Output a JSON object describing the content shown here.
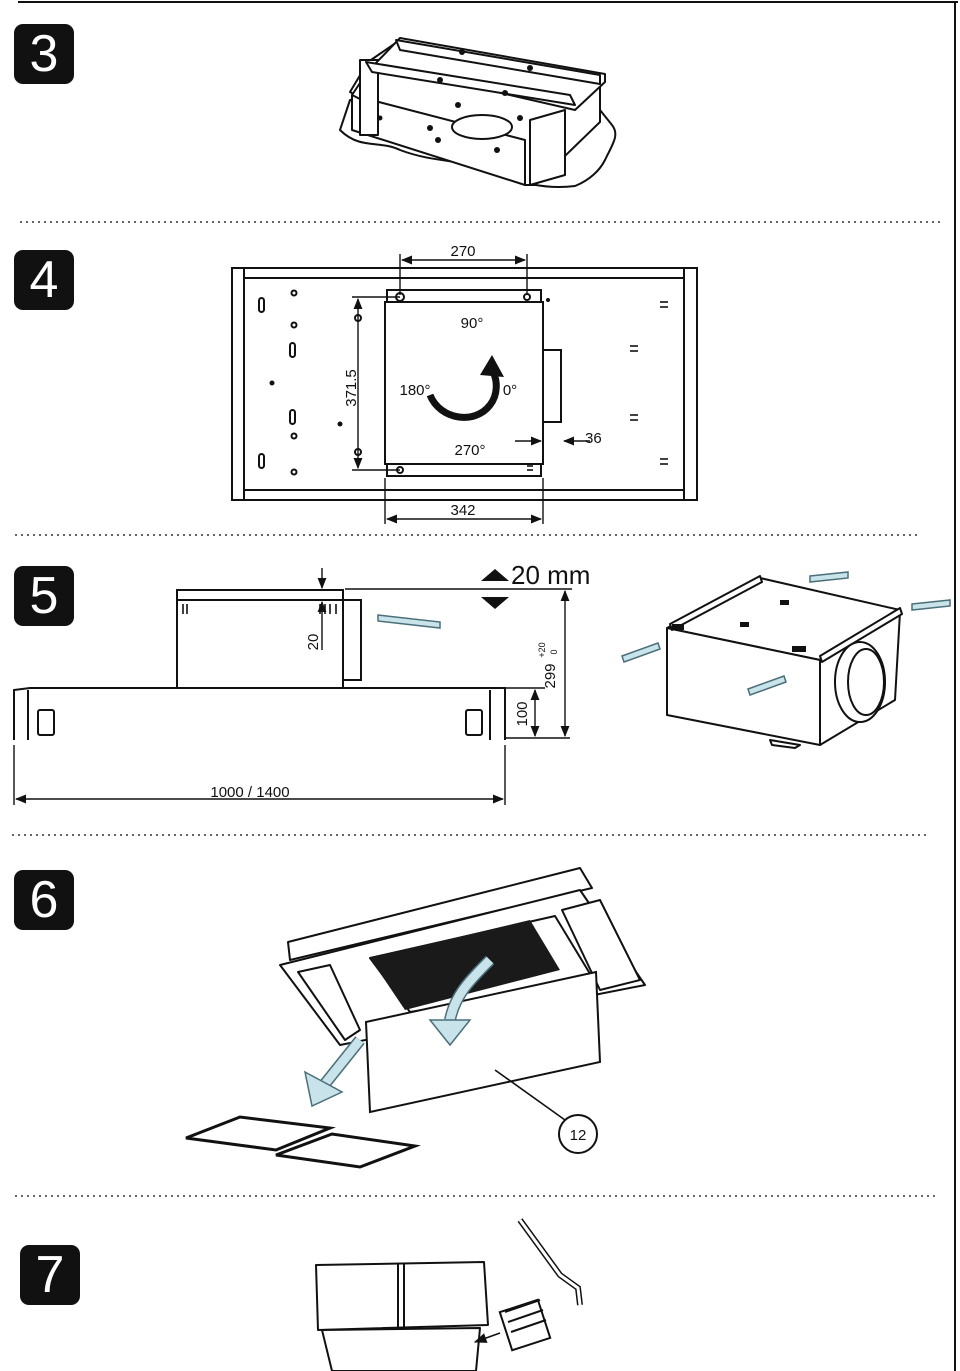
{
  "steps": [
    {
      "number": "3"
    },
    {
      "number": "4",
      "dimensions": {
        "top_width": "270",
        "height": "371.5",
        "offset": "36",
        "bottom_width": "342"
      },
      "rotation": {
        "r90": "90°",
        "r180": "180°",
        "r0": "0°",
        "r270": "270°"
      }
    },
    {
      "number": "5",
      "dimensions": {
        "gap": "20",
        "clearance": "20 mm",
        "height": "299",
        "tol_plus": "+20",
        "tol_minus": "0",
        "hood_height": "100",
        "length": "1000  / 1400"
      }
    },
    {
      "number": "6",
      "callout": "12"
    },
    {
      "number": "7"
    }
  ],
  "colors": {
    "ink": "#111111",
    "arrow_fill": "#c9e3ea",
    "arrow_stroke": "#4b6f7a",
    "filter": "#1a1a1a"
  }
}
